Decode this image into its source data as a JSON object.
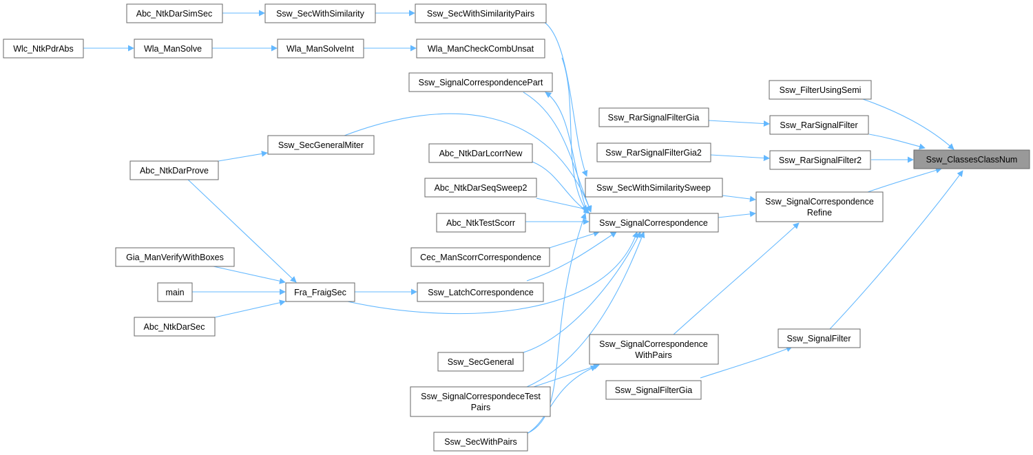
{
  "diagram": {
    "title": "Ssw_ClassesClassNum caller graph",
    "edge_color": "#63b8ff",
    "target_fill": "#999999",
    "nodes": {
      "target": "Ssw_ClassesClassNum",
      "filter_using_semi": "Ssw_FilterUsingSemi",
      "rar_signal_filter": "Ssw_RarSignalFilter",
      "rar_signal_filter2": "Ssw_RarSignalFilter2",
      "signal_corr_refine_l1": "Ssw_SignalCorrespondence",
      "signal_corr_refine_l2": "Refine",
      "signal_filter": "Ssw_SignalFilter",
      "rar_signal_filter_gia": "Ssw_RarSignalFilterGia",
      "rar_signal_filter_gia2": "Ssw_RarSignalFilterGia2",
      "sec_with_similarity_sweep": "Ssw_SecWithSimilaritySweep",
      "signal_correspondence": "Ssw_SignalCorrespondence",
      "signal_corr_with_pairs_l1": "Ssw_SignalCorrespondence",
      "signal_corr_with_pairs_l2": "WithPairs",
      "signal_filter_gia": "Ssw_SignalFilterGia",
      "sec_with_similarity_pairs": "Ssw_SecWithSimilarityPairs",
      "wla_man_check_comb_unsat": "Wla_ManCheckCombUnsat",
      "signal_correspondence_part": "Ssw_SignalCorrespondencePart",
      "abc_ntk_dar_lcorr_new": "Abc_NtkDarLcorrNew",
      "abc_ntk_dar_seq_sweep2": "Abc_NtkDarSeqSweep2",
      "abc_ntk_test_scorr": "Abc_NtkTestScorr",
      "cec_man_scorr_correspondence": "Cec_ManScorrCorrespondence",
      "latch_correspondence": "Ssw_LatchCorrespondence",
      "sec_general": "Ssw_SecGeneral",
      "signal_correspondece_test_pairs_l1": "Ssw_SignalCorrespondeceTest",
      "signal_correspondece_test_pairs_l2": "Pairs",
      "sec_with_pairs": "Ssw_SecWithPairs",
      "sec_with_similarity": "Ssw_SecWithSimilarity",
      "wla_man_solve_int": "Wla_ManSolveInt",
      "sec_general_miter": "Ssw_SecGeneralMiter",
      "fra_fraig_sec": "Fra_FraigSec",
      "abc_ntk_dar_sim_sec": "Abc_NtkDarSimSec",
      "wla_man_solve": "Wla_ManSolve",
      "abc_ntk_dar_prove": "Abc_NtkDarProve",
      "gia_man_verify_with_boxes": "Gia_ManVerifyWithBoxes",
      "main": "main",
      "abc_ntk_dar_sec": "Abc_NtkDarSec",
      "wlc_ntk_pdr_abs": "Wlc_NtkPdrAbs"
    }
  }
}
